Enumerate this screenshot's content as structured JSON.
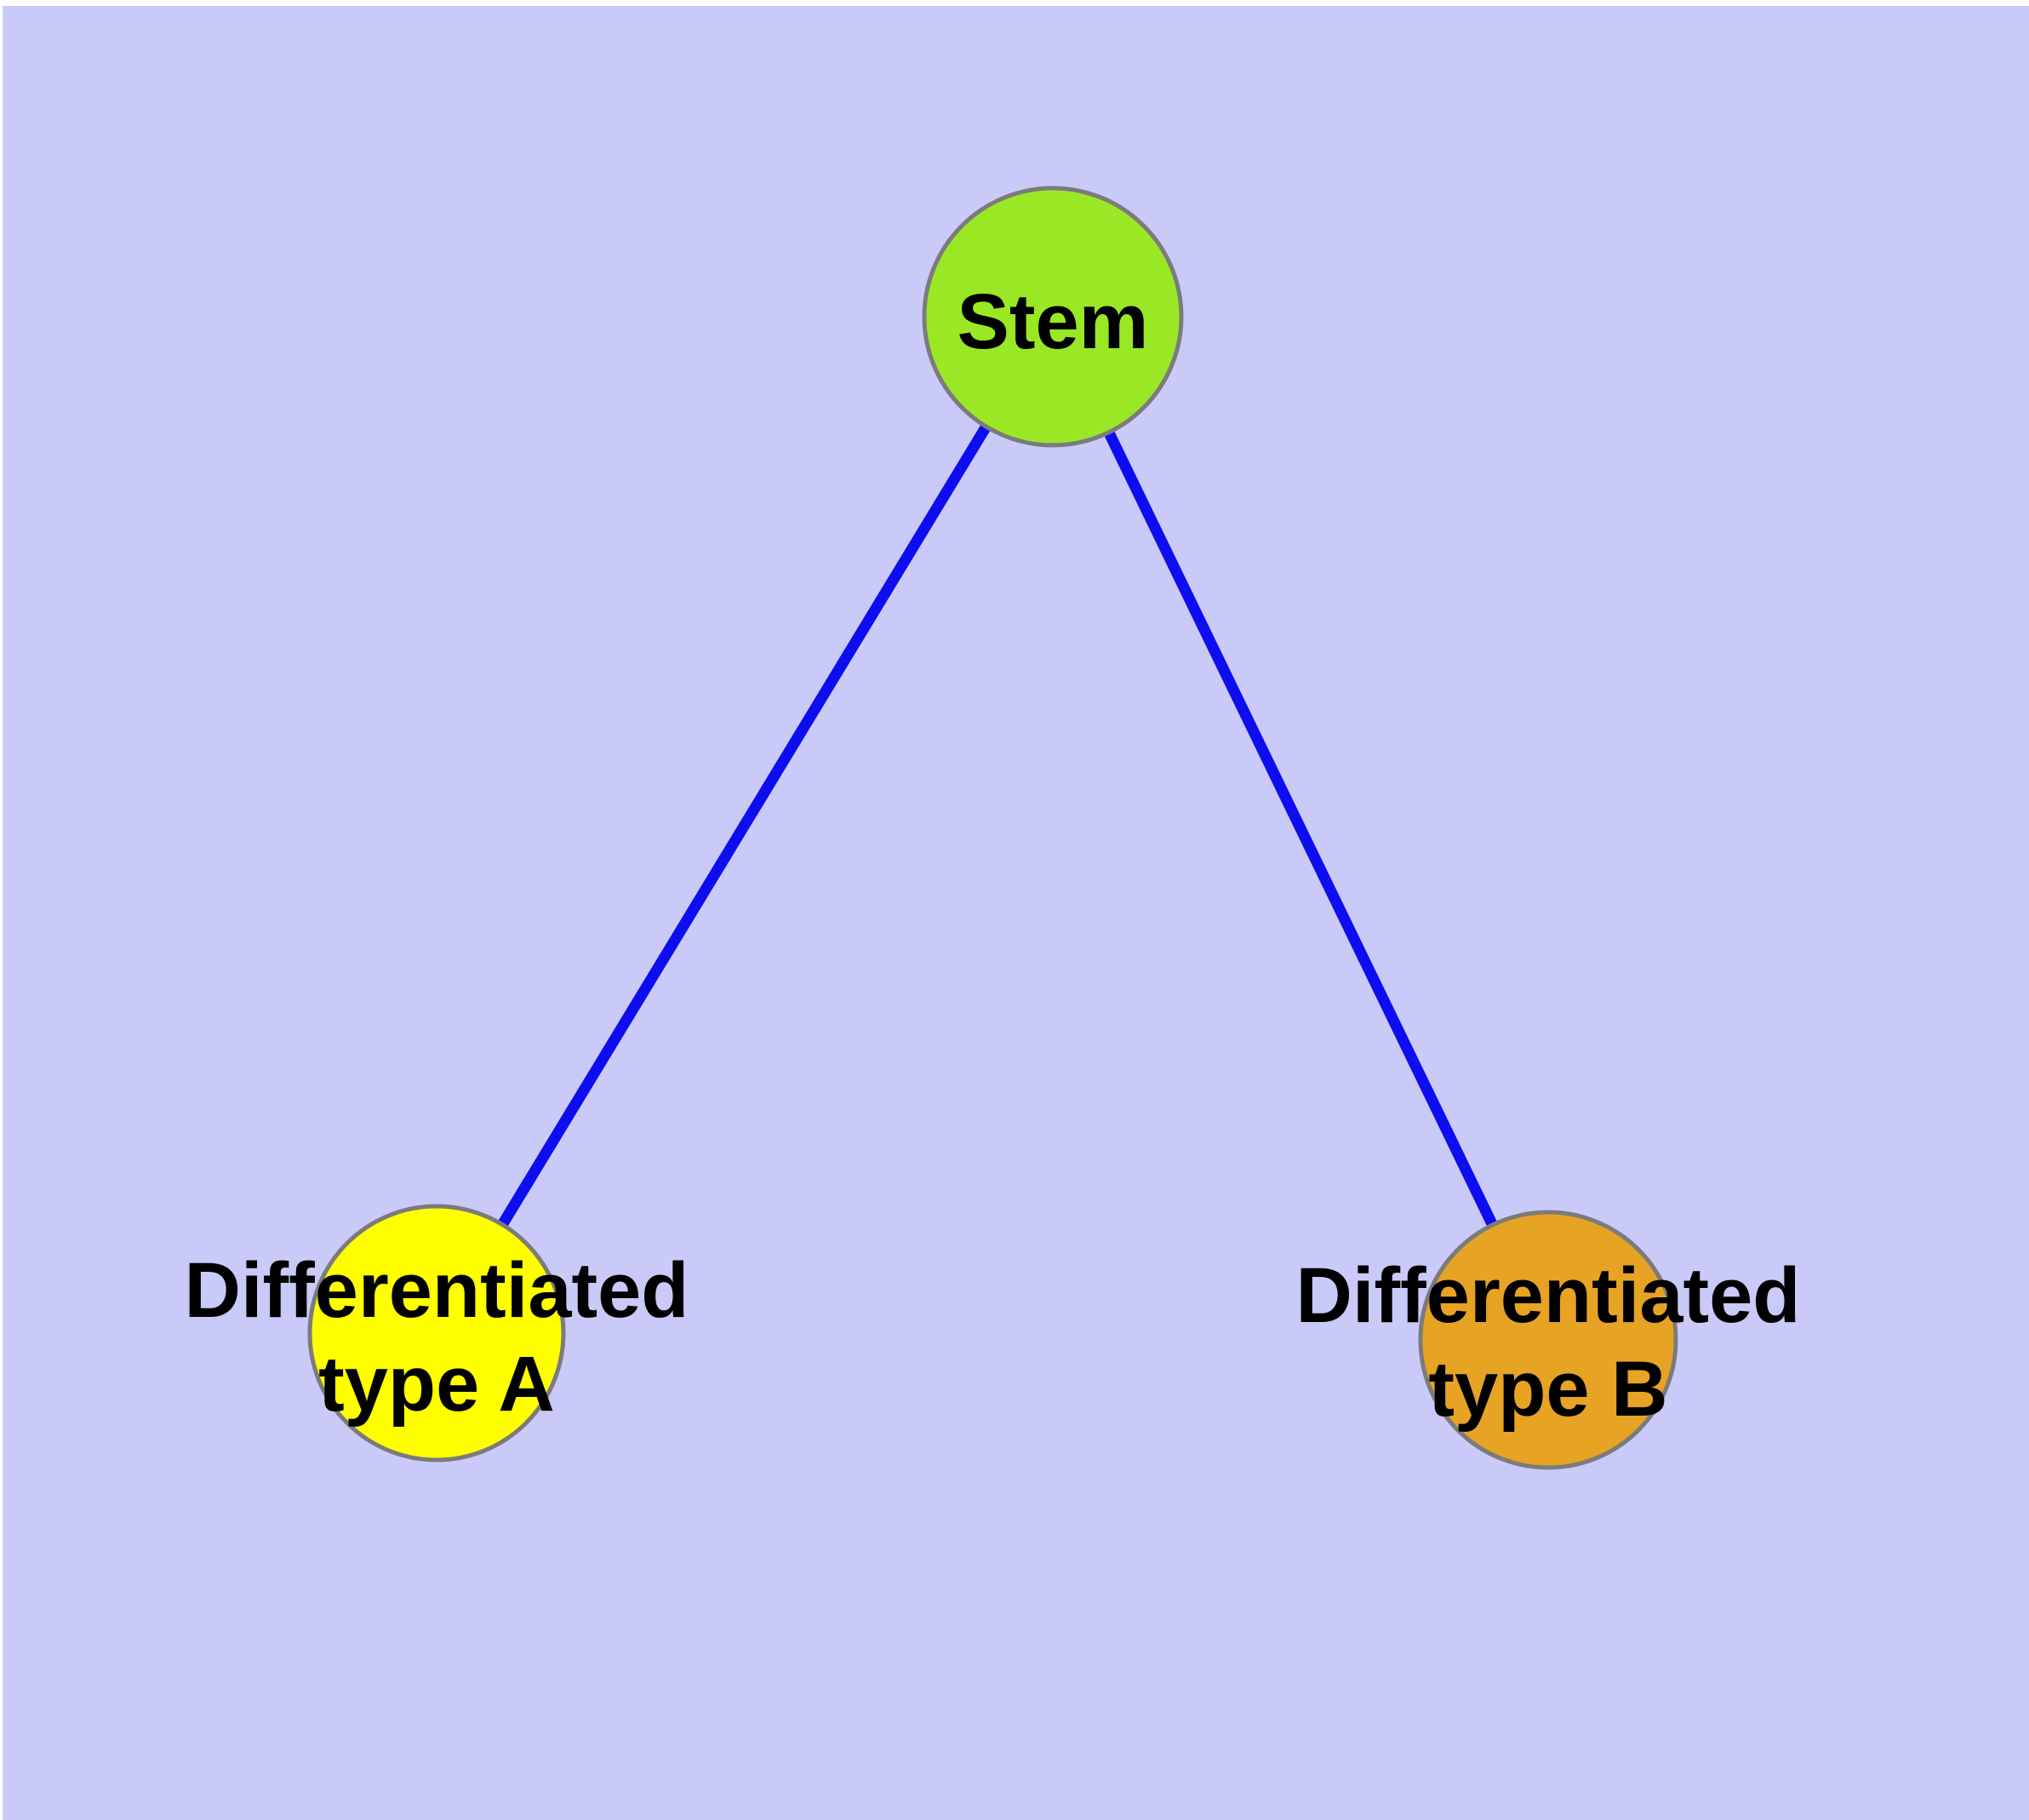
{
  "diagram": {
    "type": "network-graph",
    "background_color": "#CACAF8",
    "frame_color": "#FFFFFF",
    "edge_color": "#0D0DF0",
    "node_border_color": "#7B7B7B",
    "label_color": "#000000",
    "nodes": [
      {
        "id": "stem",
        "label": "Stem",
        "fill": "#9AE825"
      },
      {
        "id": "differentiated-type-a",
        "label": "Differentiated type A",
        "label_line1": "Differentiated",
        "label_line2": "type A",
        "fill": "#FFFF00"
      },
      {
        "id": "differentiated-type-b",
        "label": "Differentiated type B",
        "label_line1": "Differentiated",
        "label_line2": "type B",
        "fill": "#E6A324"
      }
    ],
    "edges": [
      {
        "from": "Stem",
        "to": "Differentiated type A"
      },
      {
        "from": "Stem",
        "to": "Differentiated type B"
      }
    ]
  }
}
